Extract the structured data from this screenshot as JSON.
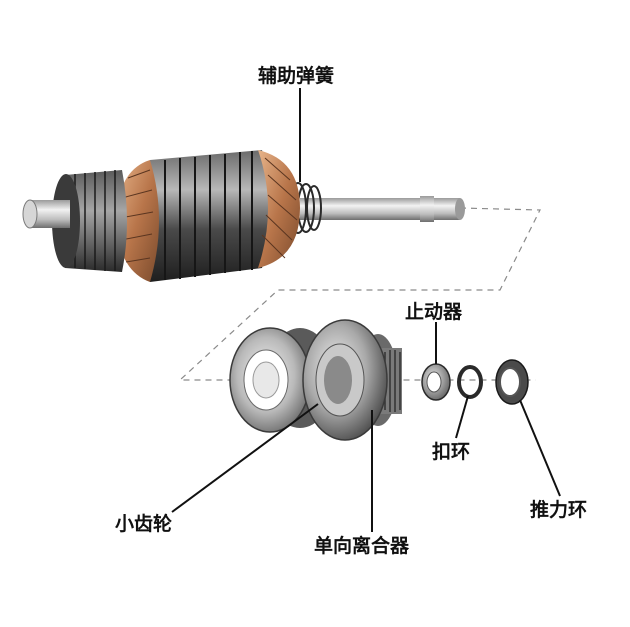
{
  "labels": {
    "aux_spring": "辅助弹簧",
    "stopper": "止动器",
    "snap_ring": "扣环",
    "thrust_ring": "推力环",
    "pinion": "小齿轮",
    "one_way_clutch": "单向离合器"
  },
  "colors": {
    "background": "#ffffff",
    "label_text": "#111111",
    "leader_line": "#111111",
    "guide_dash": "#8a8a8a",
    "shaft_metal": "#c9c9c9",
    "armature_core": "#3a3a3a",
    "copper_winding": "#c98a5a"
  }
}
